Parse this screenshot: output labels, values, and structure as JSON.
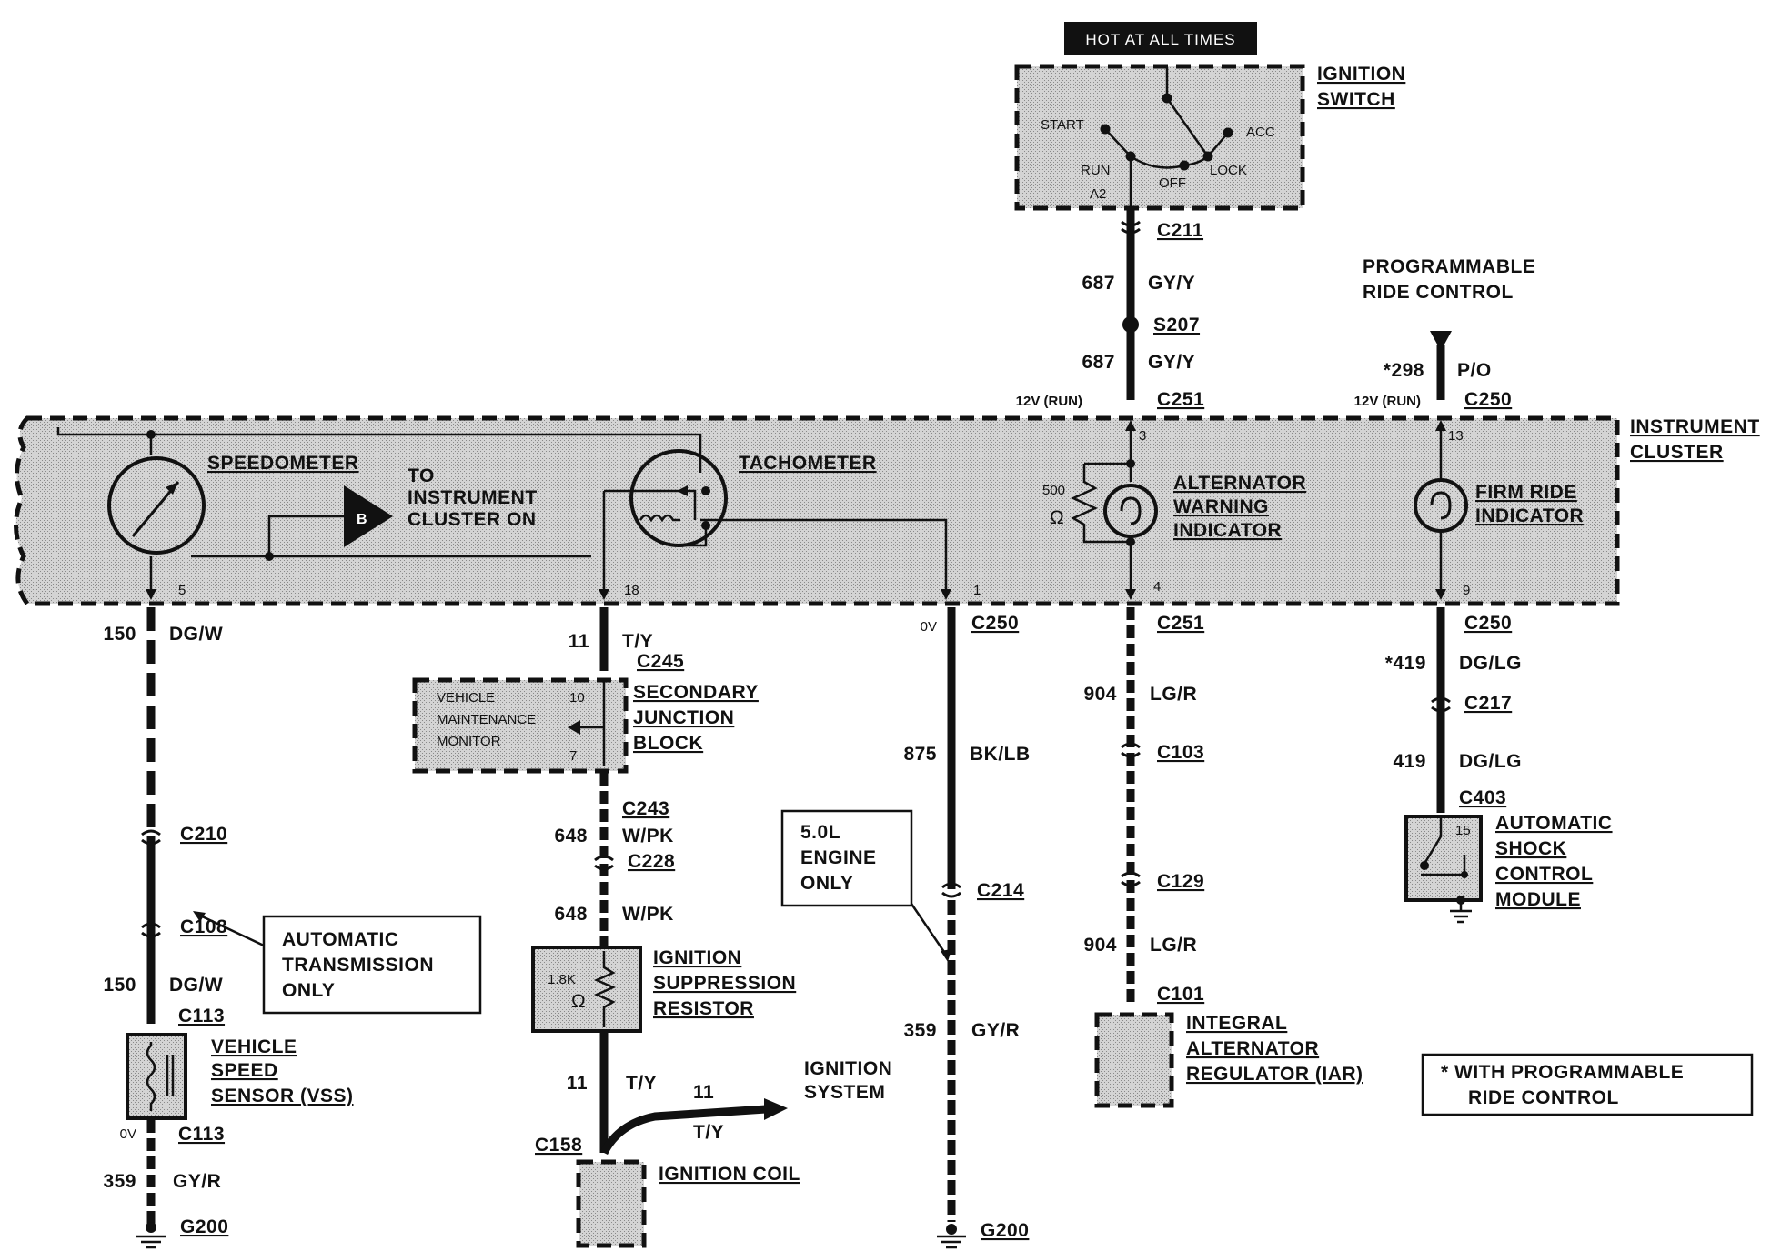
{
  "top_banner": "HOT AT ALL TIMES",
  "ignition_switch": {
    "title_line1": "IGNITION",
    "title_line2": "SWITCH",
    "positions": {
      "start": "START",
      "acc": "ACC",
      "run": "RUN",
      "off": "OFF",
      "lock": "LOCK",
      "pin": "A2"
    }
  },
  "programmable_ride_control": {
    "line1": "PROGRAMMABLE",
    "line2": "RIDE CONTROL"
  },
  "connectors": {
    "c211": "C211",
    "s207": "S207",
    "c251_top": "C251",
    "c250_top": "C250",
    "c250_mid": "C250",
    "c251_bottom": "C251",
    "c250_right": "C250",
    "c217": "C217",
    "c403": "C403",
    "c245": "C245",
    "c243": "C243",
    "c228": "C228",
    "c158": "C158",
    "c210": "C210",
    "c108": "C108",
    "c113_a": "C113",
    "c113_b": "C113",
    "g200_left": "G200",
    "c214": "C214",
    "g200_mid": "G200",
    "c103": "C103",
    "c129": "C129",
    "c101": "C101"
  },
  "wires": {
    "w687_a": {
      "num": "687",
      "color": "GY/Y"
    },
    "w687_b": {
      "num": "687",
      "color": "GY/Y"
    },
    "w298": {
      "num": "*298",
      "color": "P/O"
    },
    "w150_a": {
      "num": "150",
      "color": "DG/W"
    },
    "w150_b": {
      "num": "150",
      "color": "DG/W"
    },
    "w359_left": {
      "num": "359",
      "color": "GY/R"
    },
    "w11_a": {
      "num": "11",
      "color": "T/Y"
    },
    "w648_a": {
      "num": "648",
      "color": "W/PK"
    },
    "w648_b": {
      "num": "648",
      "color": "W/PK"
    },
    "w11_b": {
      "num": "11",
      "color": "T/Y"
    },
    "w11_c": {
      "num": "11",
      "color": "T/Y"
    },
    "w875": {
      "num": "875",
      "color": "BK/LB"
    },
    "w359_mid": {
      "num": "359",
      "color": "GY/R"
    },
    "w904_a": {
      "num": "904",
      "color": "LG/R"
    },
    "w904_b": {
      "num": "904",
      "color": "LG/R"
    },
    "w419_a": {
      "num": "*419",
      "color": "DG/LG"
    },
    "w419_b": {
      "num": "419",
      "color": "DG/LG"
    }
  },
  "voltages": {
    "run_left": "12V (RUN)",
    "run_right": "12V (RUN)",
    "zero_mid": "0V",
    "zero_left": "0V"
  },
  "cluster": {
    "title_line1": "INSTRUMENT",
    "title_line2": "CLUSTER",
    "speedometer": "SPEEDOMETER",
    "to_cluster_line1": "TO",
    "to_cluster_line2": "INSTRUMENT",
    "to_cluster_line3": "CLUSTER ON",
    "b_symbol": "B",
    "tachometer": "TACHOMETER",
    "alt_line1": "ALTERNATOR",
    "alt_line2": "WARNING",
    "alt_line3": "INDICATOR",
    "firm_line1": "FIRM RIDE",
    "firm_line2": "INDICATOR",
    "resistor_value": "500",
    "ohm": "Ω",
    "pins": {
      "p3": "3",
      "p13": "13",
      "p5": "5",
      "p18": "18",
      "p1": "1",
      "p4": "4",
      "p9": "9"
    }
  },
  "sjb": {
    "line1": "SECONDARY",
    "line2": "JUNCTION",
    "line3": "BLOCK",
    "vmm_line1": "VEHICLE",
    "vmm_line2": "MAINTENANCE",
    "vmm_line3": "MONITOR",
    "pin10": "10",
    "pin7": "7"
  },
  "ignition_suppression": {
    "line1": "IGNITION",
    "line2": "SUPPRESSION",
    "line3": "RESISTOR",
    "value": "1.8K",
    "ohm": "Ω"
  },
  "ignition_system": {
    "line1": "IGNITION",
    "line2": "SYSTEM"
  },
  "ignition_coil": "IGNITION COIL",
  "engine_note": {
    "line1": "5.0L",
    "line2": "ENGINE",
    "line3": "ONLY"
  },
  "auto_trans_note": {
    "line1": "AUTOMATIC",
    "line2": "TRANSMISSION",
    "line3": "ONLY"
  },
  "vss": {
    "line1": "VEHICLE",
    "line2": "SPEED",
    "line3": "SENSOR (VSS)"
  },
  "iar": {
    "line1": "INTEGRAL",
    "line2": "ALTERNATOR",
    "line3": "REGULATOR (IAR)"
  },
  "ascm": {
    "line1": "AUTOMATIC",
    "line2": "SHOCK",
    "line3": "CONTROL",
    "line4": "MODULE",
    "pin15": "15"
  },
  "footnote": {
    "line1": "*  WITH PROGRAMMABLE",
    "line2": "RIDE CONTROL"
  }
}
